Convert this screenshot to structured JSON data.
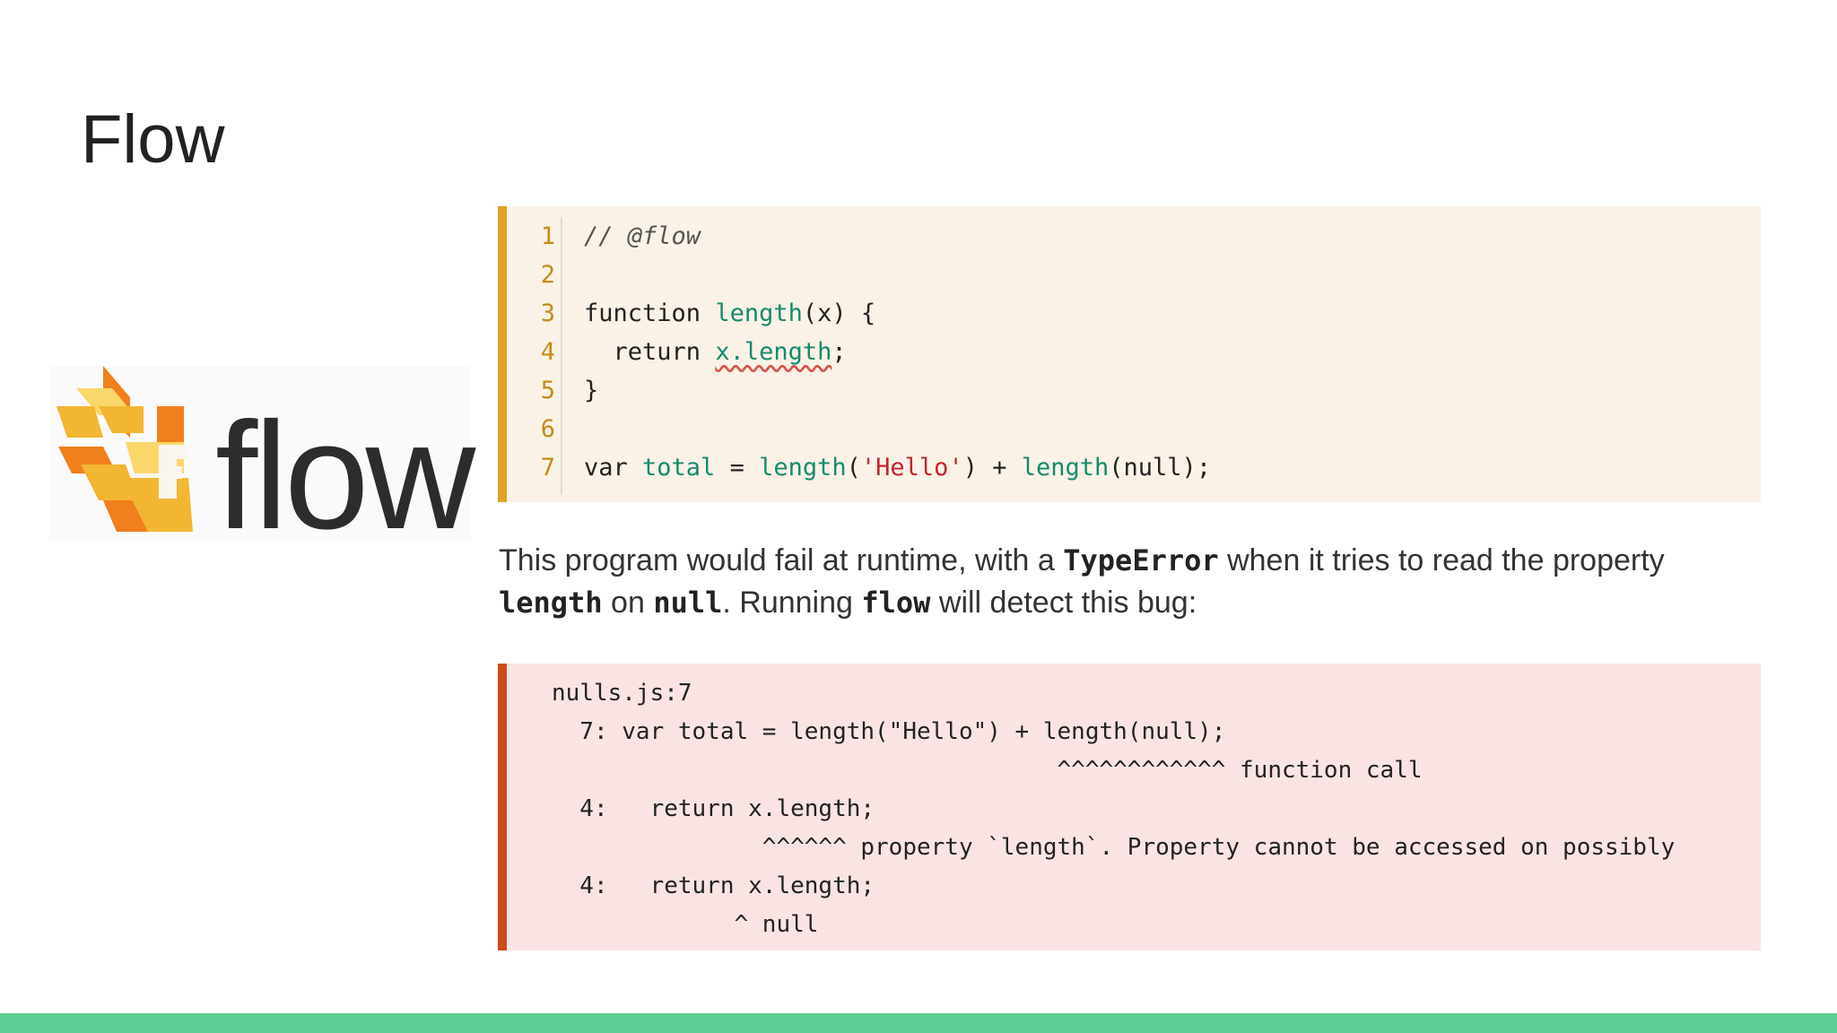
{
  "slide": {
    "title": "Flow",
    "accent_color": "#5dcf94"
  },
  "logo": {
    "icon": "flow-logo-icon",
    "wordmark": "flow",
    "colors": [
      "#f2b632",
      "#f07f1e",
      "#fbd66a"
    ]
  },
  "code": {
    "line_numbers": [
      "1",
      "2",
      "3",
      "4",
      "5",
      "6",
      "7"
    ],
    "lines": [
      [
        {
          "t": "// @flow",
          "c": "comment"
        }
      ],
      [],
      [
        {
          "t": "function ",
          "c": "kw"
        },
        {
          "t": "length",
          "c": "fn"
        },
        {
          "t": "(x) {",
          "c": "kw"
        }
      ],
      [
        {
          "t": "  return ",
          "c": "kw"
        },
        {
          "t": "x.length",
          "c": "fn squig"
        },
        {
          "t": ";",
          "c": "kw"
        }
      ],
      [
        {
          "t": "}",
          "c": "kw"
        }
      ],
      [],
      [
        {
          "t": "var ",
          "c": "kw"
        },
        {
          "t": "total",
          "c": "fn"
        },
        {
          "t": " = ",
          "c": "kw"
        },
        {
          "t": "length",
          "c": "fn"
        },
        {
          "t": "(",
          "c": "kw"
        },
        {
          "t": "'Hello'",
          "c": "str"
        },
        {
          "t": ") + ",
          "c": "kw"
        },
        {
          "t": "length",
          "c": "fn"
        },
        {
          "t": "(null);",
          "c": "kw"
        }
      ]
    ],
    "accent_color": "#e0a12a"
  },
  "paragraph": {
    "part1": "This program would fail at runtime, with a ",
    "code1": "TypeError",
    "part2": " when it tries to read the property ",
    "code2": "length",
    "part3": " on ",
    "code3": "null",
    "part4": ". Running ",
    "code4": "flow",
    "part5": " will detect this bug:"
  },
  "error": {
    "lines": [
      "nulls.js:7",
      "  7: var total = length(\"Hello\") + length(null);",
      "                                    ^^^^^^^^^^^^ function call",
      "  4:   return x.length;",
      "               ^^^^^^ property `length`. Property cannot be accessed on possibly",
      "  4:   return x.length;",
      "             ^ null"
    ],
    "accent_color": "#cf4b1b"
  }
}
